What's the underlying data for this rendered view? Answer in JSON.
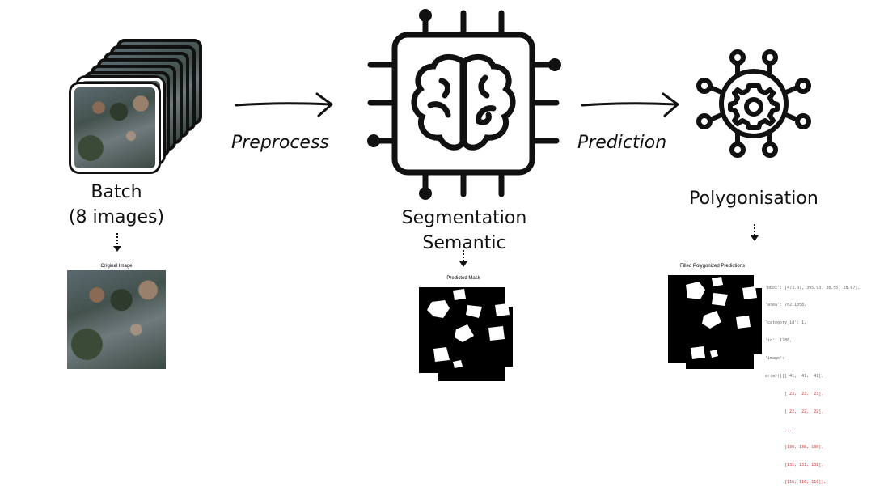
{
  "stages": {
    "batch": {
      "line1": "Batch",
      "line2": "(8 images)"
    },
    "segmentation": {
      "line1": "Segmentation",
      "line2": "Semantic"
    },
    "polygonisation": {
      "label": "Polygonisation"
    }
  },
  "arrows": {
    "preprocess": "Preprocess",
    "prediction": "Prediction"
  },
  "thumbnails": {
    "original_caption": "Original Image",
    "mask_caption": "Predicted Mask",
    "polygons_caption": "Filled Polygonized Predictions"
  },
  "output_code": [
    "'bbox': [473.07, 395.93, 38.55, 28.67],",
    "'area': 702.1058,",
    "'category_id': 1,",
    "'id': 1786,",
    "'image':",
    "array([[[ 41,  41,  41],",
    "        [ 23,  23,  23],",
    "        [ 22,  22,  22],",
    "        ...,",
    "        [130, 130, 130],",
    "        [131, 131, 131],",
    "        [116, 116, 116]],"
  ],
  "colors": {
    "ink": "#111111",
    "code": "#dd3333",
    "mask_bg": "#000000",
    "mask_fg": "#ffffff"
  }
}
